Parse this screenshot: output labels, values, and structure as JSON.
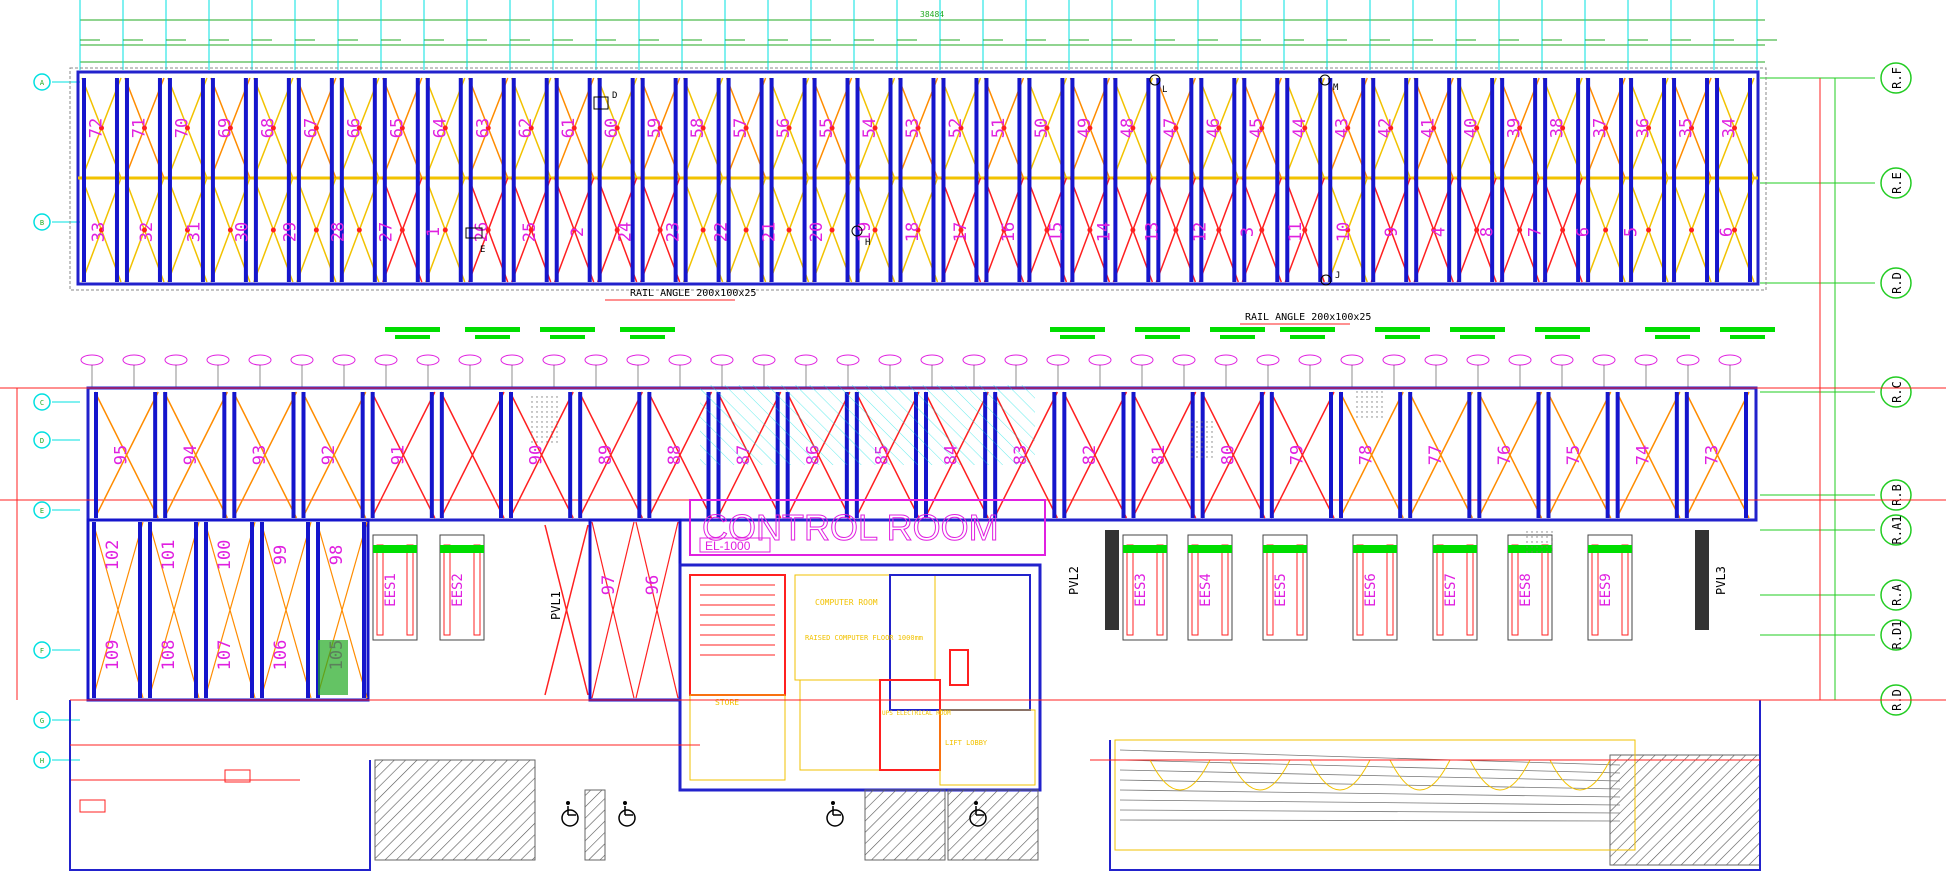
{
  "colors": {
    "background": "#ffffff",
    "column": "#1515cc",
    "bracing_yellow": "#f2c200",
    "bracing_orange": "#ff8c00",
    "bracing_red": "#ff2020",
    "magenta": "#e020e0",
    "green": "#00dd00",
    "cyan": "#00e0e0",
    "grey": "#777777"
  },
  "upper_bays": [
    "72",
    "71",
    "70",
    "69",
    "68",
    "67",
    "66",
    "65",
    "64",
    "63",
    "62",
    "61",
    "60",
    "59",
    "58",
    "57",
    "56",
    "55",
    "54",
    "53",
    "52",
    "51",
    "50",
    "49",
    "48",
    "47",
    "46",
    "45",
    "44",
    "43",
    "42",
    "41",
    "40",
    "39",
    "38",
    "37",
    "36",
    "35",
    "34"
  ],
  "lower_row_numbers": [
    "33",
    "32",
    "31",
    "30",
    "29",
    "28",
    "27",
    "1",
    "26",
    "25",
    "2",
    "24",
    "23",
    "22",
    "21",
    "20",
    "19",
    "18",
    "17",
    "16",
    "15",
    "14",
    "13",
    "12",
    "3",
    "11",
    "10",
    "9",
    "4",
    "8",
    "7",
    "6",
    "5",
    "",
    "6"
  ],
  "mid_bays": [
    "95",
    "94",
    "93",
    "92",
    "91",
    "",
    "90",
    "89",
    "88",
    "87",
    "86",
    "85",
    "84",
    "83",
    "82",
    "81",
    "80",
    "79",
    "78",
    "77",
    "76",
    "75",
    "74",
    "73"
  ],
  "bottom_bays_left": [
    "102",
    "101",
    "100",
    "99",
    "98"
  ],
  "bottom_bays_lower": [
    "109",
    "108",
    "107",
    "106",
    "105"
  ],
  "bays_97_96": [
    "97",
    "96"
  ],
  "ees_labels": [
    "EES1",
    "EES2",
    "EES3",
    "EES4",
    "EES5",
    "EES6",
    "EES7",
    "EES8",
    "EES9"
  ],
  "pvl_labels": [
    "PVL1",
    "PVL2",
    "PVL3"
  ],
  "gridline_labels_right": [
    "R.F",
    "R.E",
    "R.D",
    "R.C",
    "R.B",
    "R.A1",
    "R.A",
    "R.D1",
    "R.D"
  ],
  "gridline_labels_left": [
    "A",
    "B",
    "C",
    "D",
    "E",
    "F",
    "G",
    "H"
  ],
  "rail_angle_label": "RAIL ANGLE 200x100x25",
  "control_room_title": "CONTROL ROOM",
  "control_room_level": "EL-1000",
  "overall_dimension": "38484",
  "room_labels": [
    "COMPUTER ROOM",
    "RAISED COMPUTER FLOOR 1000mm",
    "STORE",
    "LIFT LOBBY",
    "UPS ELECTRICAL ROOM"
  ],
  "marker_letters": [
    "D",
    "E",
    "H",
    "J",
    "L",
    "M"
  ]
}
